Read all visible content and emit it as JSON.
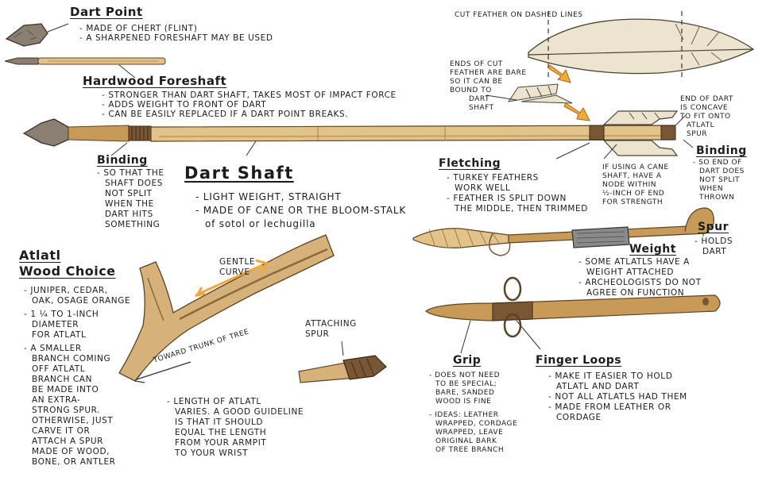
{
  "dart_point": {
    "title": "Dart Point",
    "lines": [
      "- Made of chert (flint)",
      "- A sharpened foreshaft may be used"
    ]
  },
  "foreshaft": {
    "title": "Hardwood Foreshaft",
    "lines": [
      "- Stronger than dart shaft, takes most of impact force",
      "- Adds weight to front of dart",
      "- Can be easily replaced if a dart point breaks."
    ]
  },
  "binding_left": {
    "title": "Binding",
    "lines": [
      "- So that the",
      "shaft does",
      "not split",
      "when the",
      "dart hits",
      "something"
    ]
  },
  "dart_shaft": {
    "title": "Dart Shaft",
    "lines": [
      "- Light weight, straight",
      "- Made of cane or the bloom-stalk",
      "of sotol or lechugilla"
    ]
  },
  "cut_feather": {
    "text": "Cut feather on dashed lines"
  },
  "ends_cut": {
    "lines": [
      "Ends of cut",
      "feather are bare",
      "so it can be",
      "bound to",
      "dart",
      "shaft"
    ]
  },
  "end_of_dart": {
    "lines": [
      "End of dart",
      "is concave",
      "to fit onto",
      "atlatl",
      "spur"
    ]
  },
  "binding_right": {
    "title": "Binding",
    "lines": [
      "- So end of",
      "dart does",
      "not split",
      "when",
      "thrown"
    ]
  },
  "fletching": {
    "title": "Fletching",
    "lines": [
      "- Turkey feathers",
      "work well",
      "- Feather is split down",
      "the middle, then trimmed"
    ]
  },
  "cane_note": {
    "lines": [
      "If using a cane",
      "shaft, have a",
      "node within",
      "½-inch of end",
      "for strength"
    ]
  },
  "spur": {
    "title": "Spur",
    "lines": [
      "- Holds",
      "dart"
    ]
  },
  "weight": {
    "title": "Weight",
    "lines": [
      "- Some atlatls have a",
      "weight attached",
      "- Archeologists do not",
      "agree on function"
    ]
  },
  "atlatl_wood": {
    "title_line1": "Atlatl",
    "title_line2": "Wood Choice",
    "lines": [
      "- Juniper, cedar,",
      "oak, osage orange",
      "- 1 ¼ to 1-inch",
      "diameter",
      "for atlatl",
      "- A smaller",
      "branch coming",
      "off atlatl",
      "branch can",
      "be made into",
      "an extra-",
      "strong spur.",
      "Otherwise, just",
      "carve it or",
      "attach a spur",
      "made of wood,",
      "bone, or antler"
    ]
  },
  "gentle_curve": {
    "lines": [
      "Gentle",
      "Curve"
    ]
  },
  "toward_trunk": {
    "text": "Toward trunk of tree"
  },
  "attaching_spur": {
    "lines": [
      "Attaching",
      "Spur"
    ]
  },
  "length_note": {
    "lines": [
      "- Length of atlatl",
      "varies. A good guideline",
      "is that it should",
      "equal the length",
      "from your armpit",
      "to your wrist"
    ]
  },
  "grip": {
    "title": "Grip",
    "lines": [
      "- Does not need",
      "to be special;",
      "bare, sanded",
      "wood is fine",
      "- Ideas: leather",
      "wrapped, cordage",
      "wrapped, leave",
      "original bark",
      "of tree branch"
    ]
  },
  "finger_loops": {
    "title": "Finger Loops",
    "lines": [
      "- Make it easier to hold",
      "atlatl and dart",
      "- Not all atlatls had them",
      "- Made from leather or",
      "cordage"
    ]
  },
  "colors": {
    "wood": "#e2c48a",
    "wood_dark": "#b98d4e",
    "stone": "#8a7f70",
    "binding": "#6b4a2a",
    "arrow": "#f2a93b",
    "feather": "#ede4cf",
    "weight": "#8a8a8a"
  }
}
